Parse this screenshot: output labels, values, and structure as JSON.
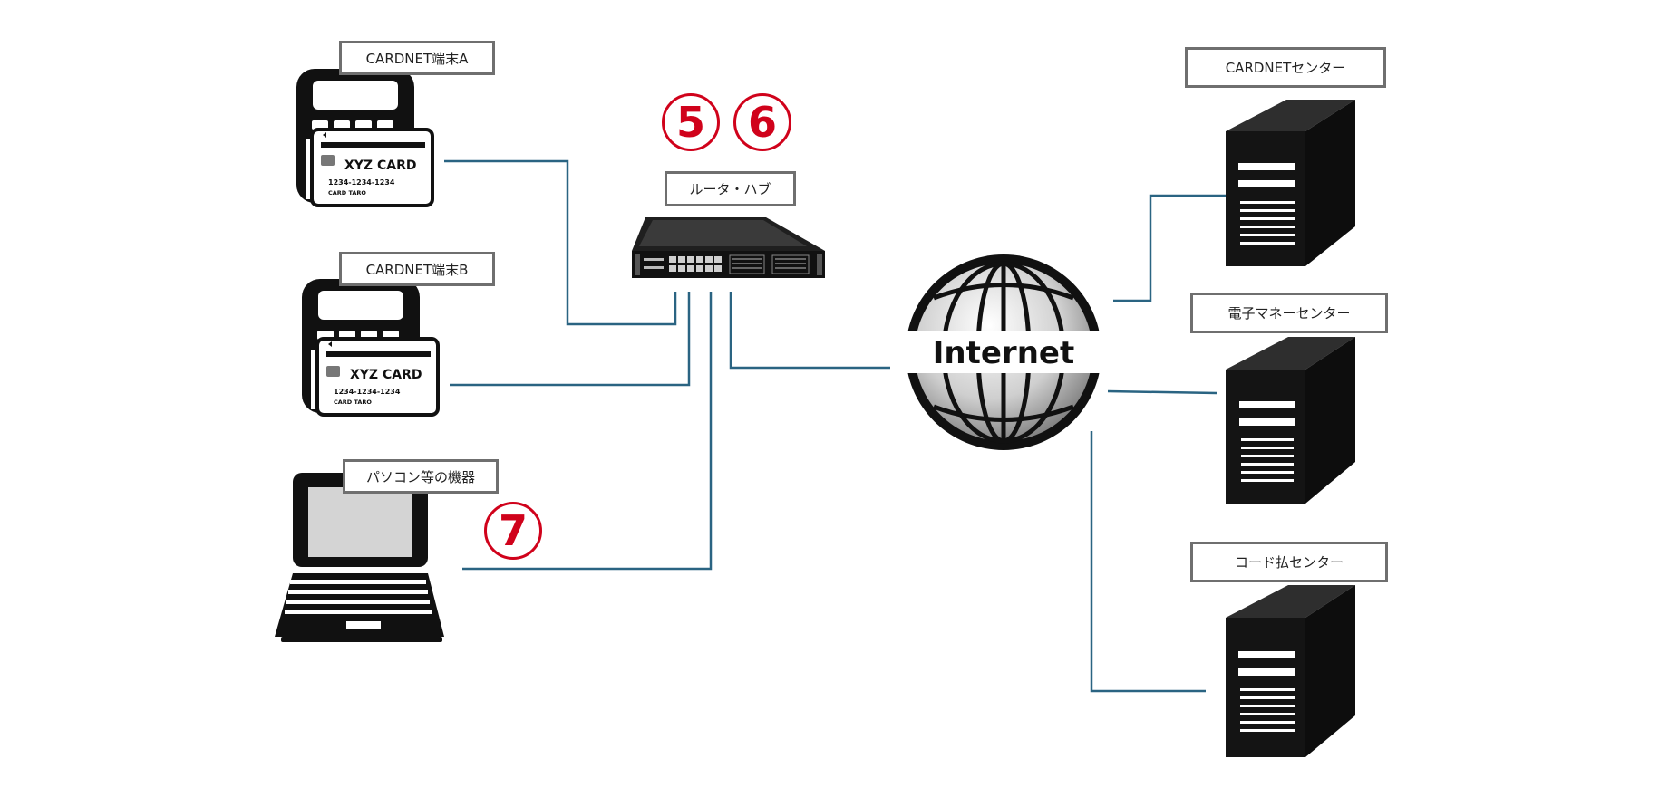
{
  "colors": {
    "link_line": "#2a6482",
    "badge": "#d0021b",
    "label_border": "#6f6f6f",
    "device": "#111111"
  },
  "labels": {
    "terminal_a": "CARDNET端末A",
    "terminal_b": "CARDNET端末B",
    "pc_devices": "パソコン等の機器",
    "router_hub": "ルータ・ハブ",
    "cardnet_center": "CARDNETセンター",
    "emoney_center": "電子マネーセンター",
    "code_pay_center": "コード払センター"
  },
  "badges": {
    "five": "5",
    "six": "6",
    "seven": "7"
  },
  "card": {
    "brand": "XYZ CARD",
    "number": "1234-1234-1234",
    "holder": "CARD TARO"
  },
  "globe": {
    "text": "Internet"
  },
  "icons": {
    "terminal": "card-terminal-icon",
    "laptop": "laptop-icon",
    "router": "router-icon",
    "globe": "globe-icon",
    "server": "server-icon"
  }
}
